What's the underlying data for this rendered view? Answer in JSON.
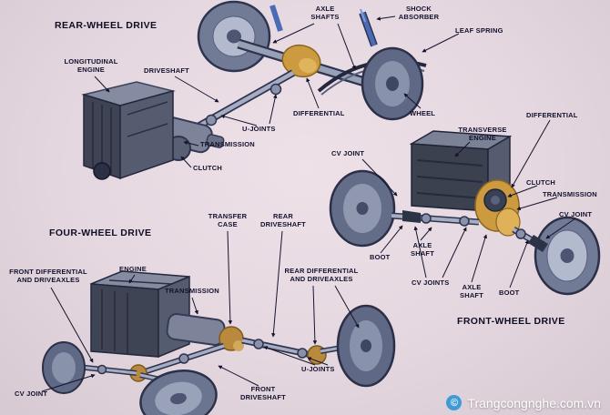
{
  "sections": {
    "rear": {
      "title": "REAR-WHEEL DRIVE",
      "labels": {
        "axle_shafts": "AXLE SHAFTS",
        "shock_absorber": "SHOCK ABSORBER",
        "leaf_spring": "LEAF SPRING",
        "longitudinal_engine": "LONGITUDINAL ENGINE",
        "driveshaft": "DRIVESHAFT",
        "differential": "DIFFERENTIAL",
        "wheel": "WHEEL",
        "u_joints": "U-JOINTS",
        "transmission": "TRANSMISSION",
        "clutch": "CLUTCH"
      }
    },
    "front": {
      "title": "FRONT-WHEEL DRIVE",
      "labels": {
        "differential": "DIFFERENTIAL",
        "transverse_engine": "TRANSVERSE ENGINE",
        "cv_joint_upper": "CV JOINT",
        "clutch": "CLUTCH",
        "transmission": "TRANSMISSION",
        "cv_joint_right": "CV JOINT",
        "axle_shaft_left": "AXLE SHAFT",
        "boot_left": "BOOT",
        "cv_joints": "CV JOINTS",
        "axle_shaft_center": "AXLE SHAFT",
        "boot_right": "BOOT"
      }
    },
    "four": {
      "title": "FOUR-WHEEL DRIVE",
      "labels": {
        "transfer_case": "TRANSFER CASE",
        "rear_driveshaft": "REAR DRIVESHAFT",
        "front_diff": "FRONT DIFFERENTIAL AND DRIVEAXLES",
        "engine": "ENGINE",
        "transmission": "TRANSMISSION",
        "rear_diff": "REAR DIFFERENTIAL AND DRIVEAXLES",
        "u_joints": "U-JOINTS",
        "cv_joint": "CV JOINT",
        "front_driveshaft": "FRONT DRIVESHAFT"
      }
    }
  },
  "watermark": {
    "symbol": "©",
    "text": "Trangcongnghe.com.vn"
  },
  "colors": {
    "background": "#e5d7df",
    "label_text": "#12122e",
    "tire": "#5f6884",
    "rim": "#b3bace",
    "differential_tan": "#cd9b3f",
    "shock_blue": "#4a6cb4",
    "watermark_text": "#ffffff",
    "watermark_badge": "#3e9bd6"
  }
}
